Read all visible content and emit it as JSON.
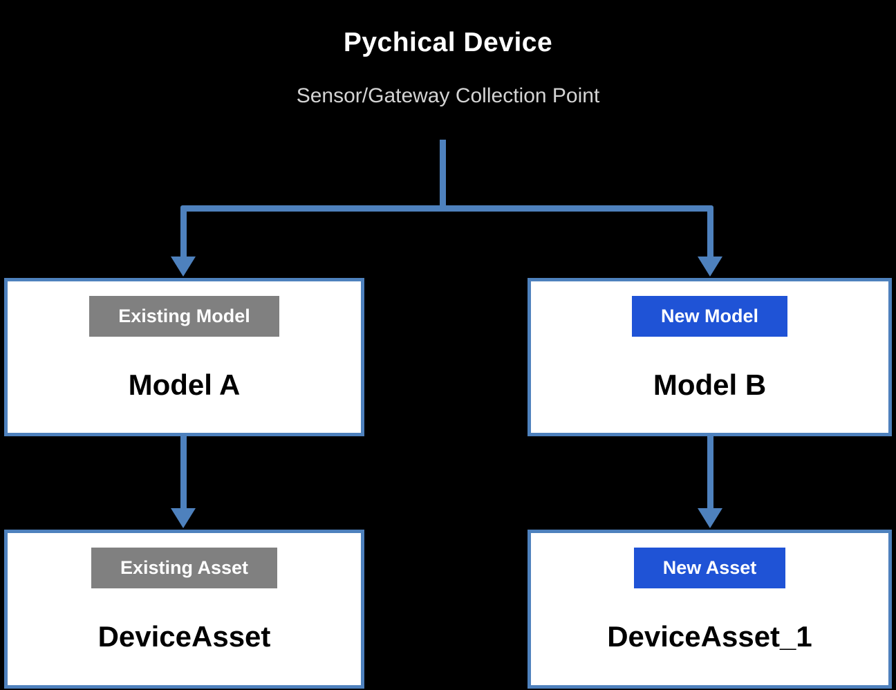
{
  "header": {
    "title": "Pychical Device",
    "subtitle": "Sensor/Gateway Collection Point"
  },
  "colors": {
    "background": "#000000",
    "box_border": "#4E81BD",
    "arrow": "#4E81BD",
    "badge_gray": "#808080",
    "badge_blue": "#1F53D6",
    "badge_text": "#FFFFFF",
    "node_label_text": "#000000",
    "title_text": "#FFFFFF",
    "subtitle_text": "#D4D4D4"
  },
  "nodes": [
    {
      "id": "model-a",
      "badge": "Existing Model",
      "badge_color": "gray",
      "label": "Model A"
    },
    {
      "id": "model-b",
      "badge": "New Model",
      "badge_color": "blue",
      "label": "Model B"
    },
    {
      "id": "device-asset",
      "badge": "Existing Asset",
      "badge_color": "gray",
      "label": "DeviceAsset"
    },
    {
      "id": "device-asset-1",
      "badge": "New Asset",
      "badge_color": "blue",
      "label": "DeviceAsset_1"
    }
  ],
  "edges": [
    {
      "from": "collection-point",
      "to": "model-a",
      "style": "blue-arrow"
    },
    {
      "from": "collection-point",
      "to": "model-b",
      "style": "blue-arrow"
    },
    {
      "from": "model-a",
      "to": "model-b",
      "style": "black-arrow"
    },
    {
      "from": "model-a",
      "to": "device-asset",
      "style": "blue-arrow"
    },
    {
      "from": "model-b",
      "to": "device-asset-1",
      "style": "blue-arrow"
    }
  ]
}
